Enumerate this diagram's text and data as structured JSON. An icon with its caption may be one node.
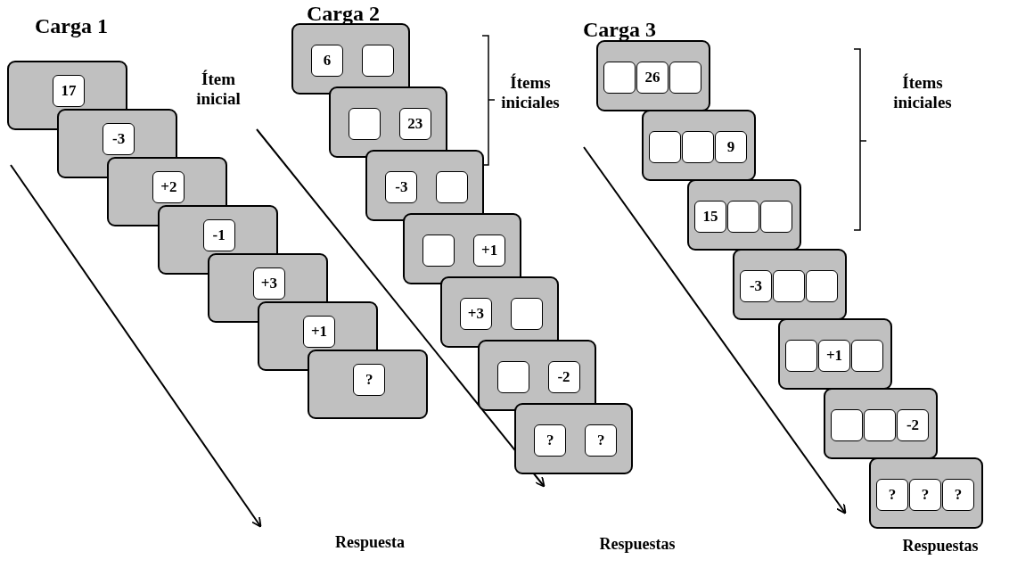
{
  "diagram": {
    "nodes": [
      {
        "text": [],
        "shape": "box"
      },
      {
        "text": [
          "17"
        ],
        "in": 0
      },
      {
        "text": [],
        "shape": "box"
      },
      {
        "text": [
          "-3"
        ],
        "in": 2
      },
      {
        "text": [],
        "shape": "box"
      },
      {
        "text": [
          "+2"
        ],
        "in": 4
      },
      {
        "text": [],
        "shape": "box"
      },
      {
        "text": [
          "-1"
        ],
        "in": 6
      },
      {
        "text": [],
        "shape": "box"
      },
      {
        "text": [
          "+3"
        ],
        "in": 8
      },
      {
        "text": [],
        "shape": "box"
      },
      {
        "text": [
          "+1"
        ],
        "in": 10
      },
      {
        "text": [],
        "shape": "box"
      },
      {
        "text": [
          "?"
        ],
        "in": 12
      },
      {
        "text": [],
        "shape": "box"
      },
      {
        "text": [
          "6"
        ],
        "in": 14
      },
      {
        "text": [],
        "shape": "box",
        "in": 14
      },
      {
        "text": [],
        "shape": "box"
      },
      {
        "text": [],
        "shape": "box",
        "in": 17
      },
      {
        "text": [
          "23"
        ],
        "in": 17
      },
      {
        "text": [],
        "shape": "box"
      },
      {
        "text": [
          "-3"
        ],
        "in": 20
      },
      {
        "text": [],
        "shape": "box",
        "in": 20
      },
      {
        "text": [],
        "shape": "box"
      },
      {
        "text": [],
        "shape": "box",
        "in": 23
      },
      {
        "text": [
          "+1"
        ],
        "in": 23
      },
      {
        "text": [],
        "shape": "box"
      },
      {
        "text": [
          "+3"
        ],
        "in": 26
      },
      {
        "text": [],
        "shape": "box",
        "in": 26
      },
      {
        "text": [],
        "shape": "box"
      },
      {
        "text": [],
        "shape": "box",
        "in": 29
      },
      {
        "text": [
          "-2"
        ],
        "in": 29
      },
      {
        "text": [],
        "shape": "box"
      },
      {
        "text": [
          "?"
        ],
        "in": 32
      },
      {
        "text": [
          "?"
        ],
        "in": 32
      },
      {
        "text": [],
        "shape": "box"
      },
      {
        "text": [],
        "shape": "box",
        "in": 35
      },
      {
        "text": [
          "26"
        ],
        "in": 35
      },
      {
        "text": [],
        "shape": "box",
        "in": 35
      },
      {
        "text": [],
        "shape": "box"
      },
      {
        "text": [],
        "shape": "box",
        "in": 39
      },
      {
        "text": [],
        "shape": "box",
        "in": 39
      },
      {
        "text": [
          "9"
        ],
        "in": 39
      },
      {
        "text": [],
        "shape": "box"
      },
      {
        "text": [
          "15"
        ],
        "in": 43
      },
      {
        "text": [],
        "shape": "box",
        "in": 43
      },
      {
        "text": [],
        "shape": "box",
        "in": 43
      },
      {
        "text": [],
        "shape": "box"
      },
      {
        "text": [
          "-3"
        ],
        "in": 47
      },
      {
        "text": [],
        "shape": "box",
        "in": 47
      },
      {
        "text": [],
        "shape": "box",
        "in": 47
      },
      {
        "text": [],
        "shape": "box"
      },
      {
        "text": [],
        "shape": "box",
        "in": 51
      },
      {
        "text": [
          "+1"
        ],
        "in": 51
      },
      {
        "text": [],
        "shape": "box",
        "in": 51
      },
      {
        "text": [],
        "shape": "box"
      },
      {
        "text": [],
        "shape": "box",
        "in": 55
      },
      {
        "text": [],
        "shape": "box",
        "in": 55
      },
      {
        "text": [
          "-2"
        ],
        "in": 55
      },
      {
        "text": [],
        "shape": "box"
      },
      {
        "text": [
          "?"
        ],
        "in": 59
      },
      {
        "text": [
          "?"
        ],
        "in": 59
      },
      {
        "text": [
          "?"
        ],
        "in": 59
      }
    ],
    "labels": [
      "Carga 1",
      "Ítem inicial",
      "Respuesta",
      "Carga 2",
      "Ítems iniciales",
      "Respuestas",
      "Carga 3",
      "Ítems iniciales",
      "Respuestas"
    ]
  }
}
